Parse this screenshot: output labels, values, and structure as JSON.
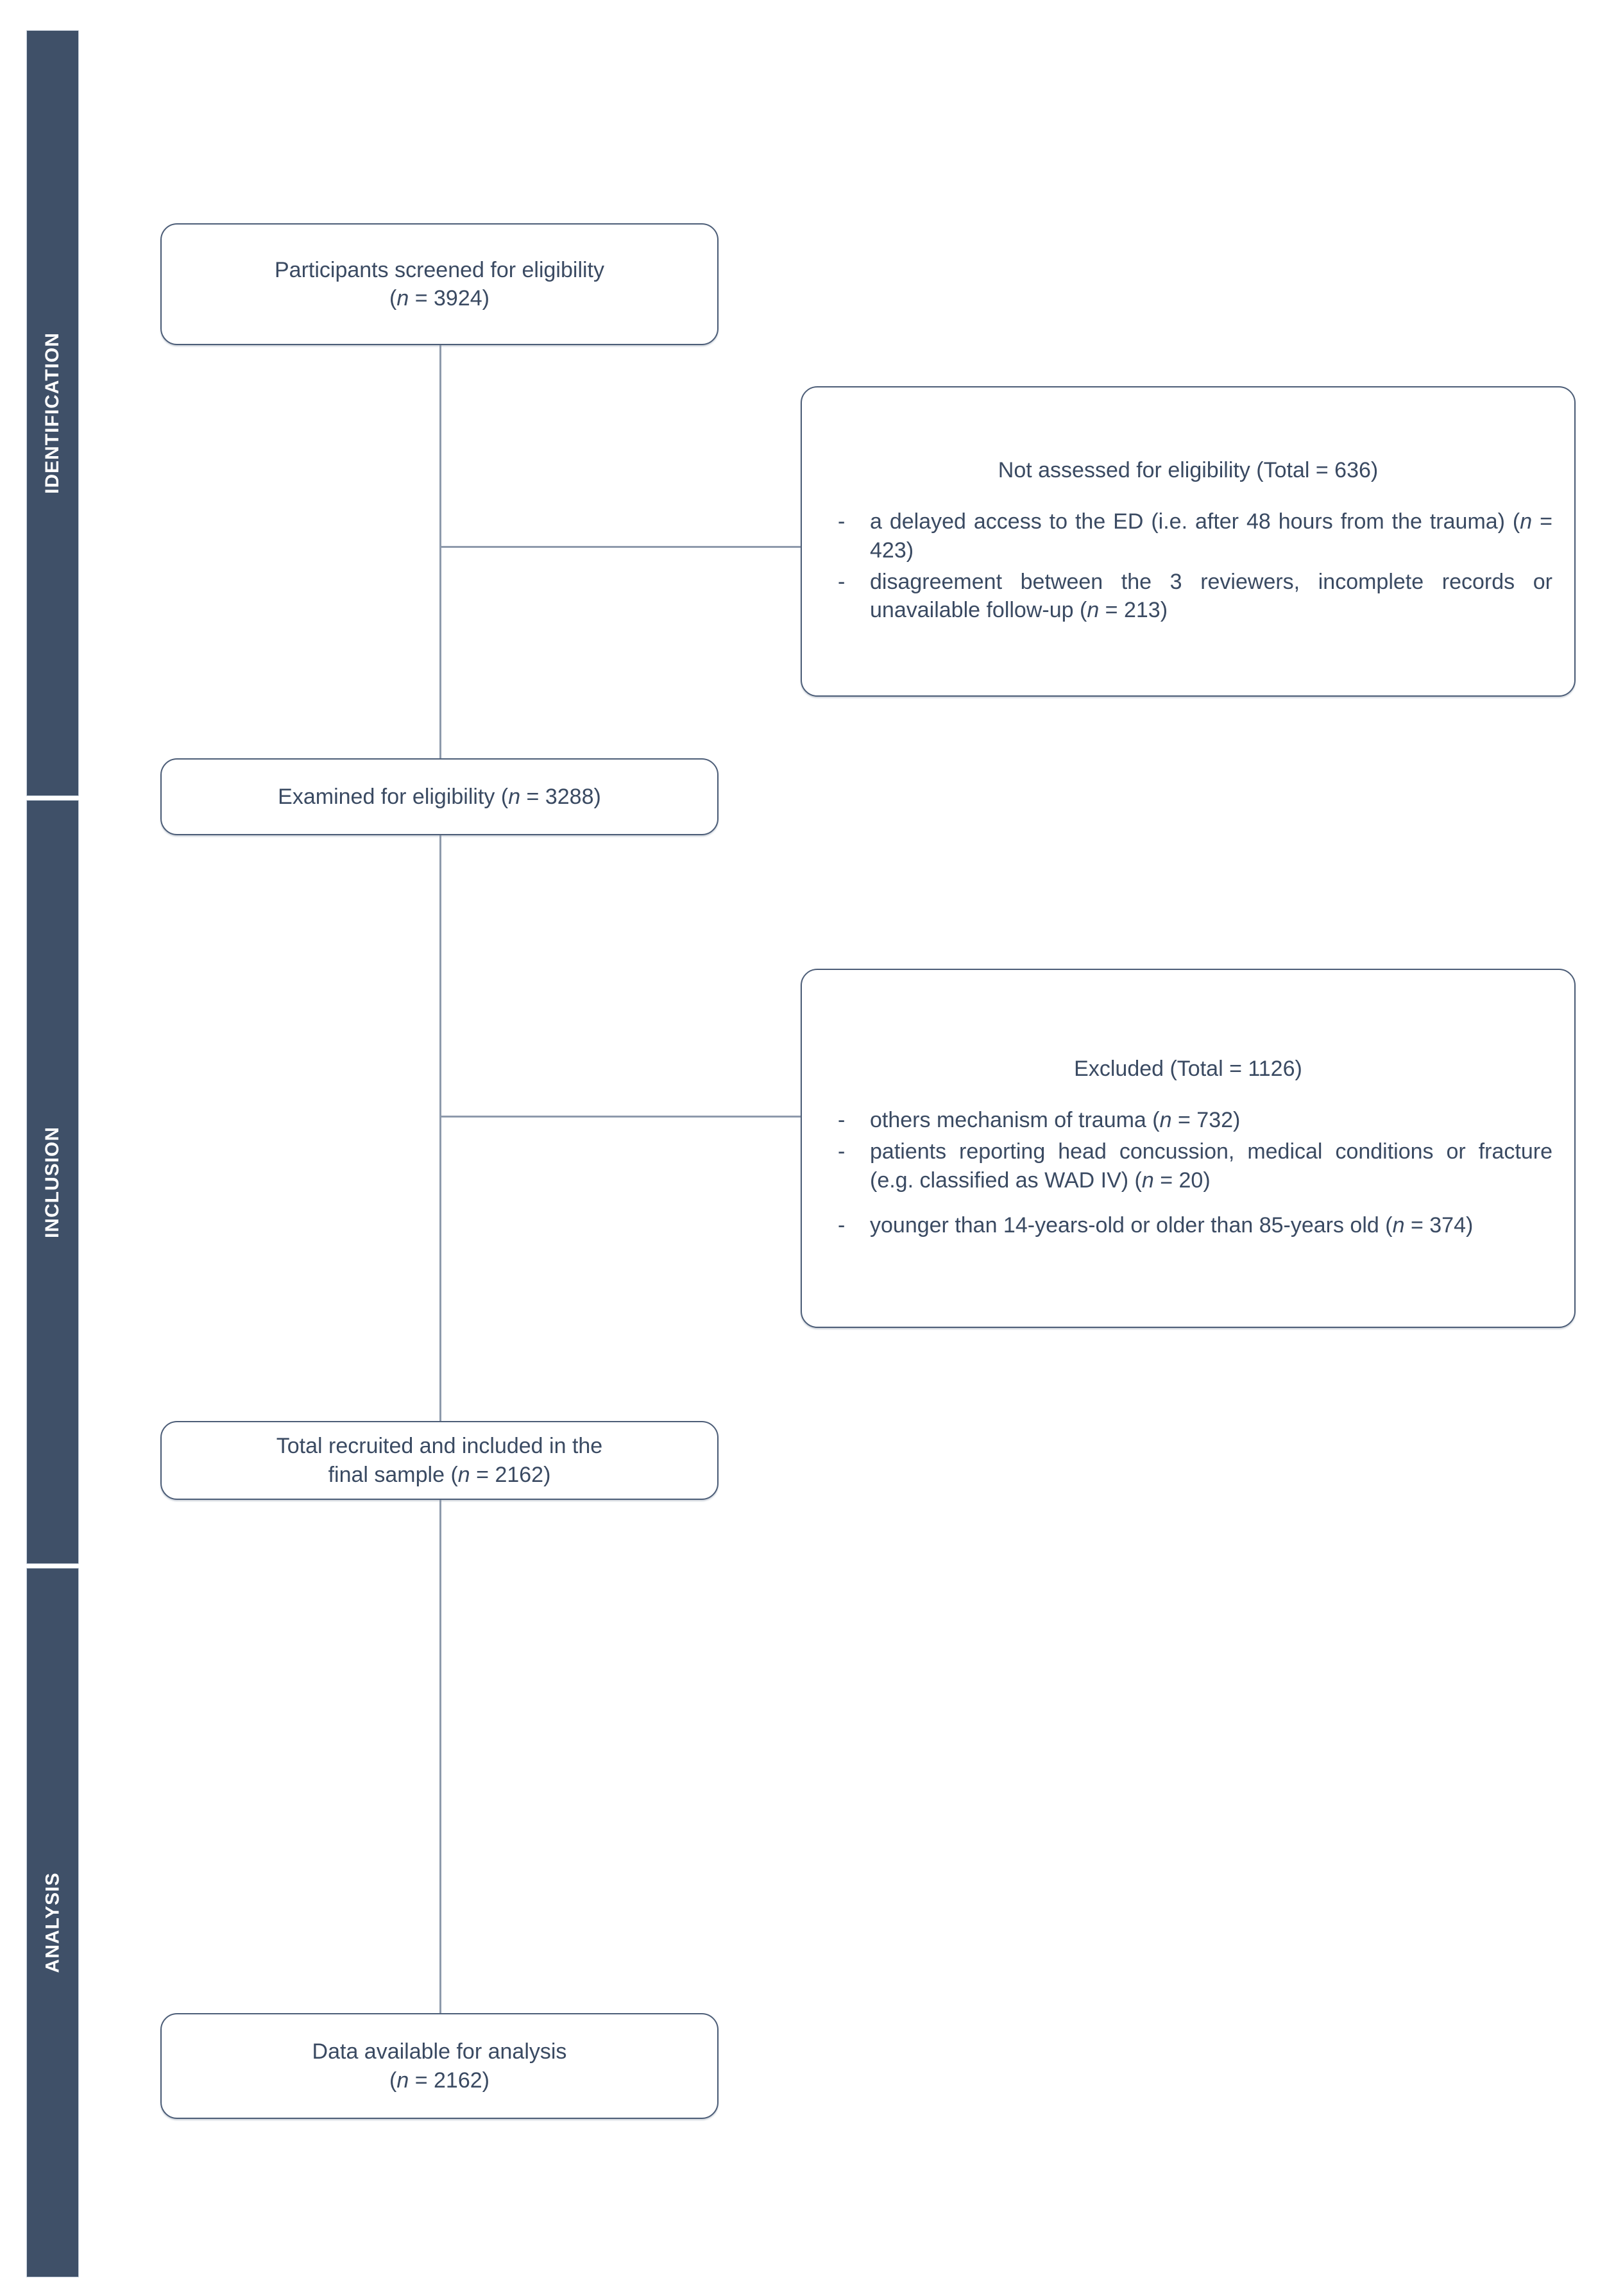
{
  "phases": [
    {
      "label": "IDENTIFICATION"
    },
    {
      "label": "INCLUSION"
    },
    {
      "label": "ANALYSIS"
    }
  ],
  "flow": {
    "screened": {
      "line1": "Participants screened for eligibility",
      "line2": "(n = 3924)"
    },
    "examined": {
      "line1": "Examined for eligibility (n = 3288)"
    },
    "recruited": {
      "line1": "Total recruited and included in the",
      "line2": "final sample (n = 2162)"
    },
    "analysis": {
      "line1": "Data available for analysis",
      "line2": "(n = 2162)"
    }
  },
  "exclusions": {
    "not_assessed": {
      "title": "Not assessed for eligibility (Total = 636)",
      "bullet_glyph": "-",
      "items": [
        "a delayed access to the ED (i.e. after 48 hours from the trauma) (n = 423)",
        "disagreement between the 3 reviewers, incomplete records or unavailable follow-up (n = 213)"
      ]
    },
    "excluded": {
      "title": "Excluded (Total = 1126)",
      "bullet_glyph": "-",
      "items": [
        "others mechanism of trauma (n = 732)",
        "patients reporting head concussion, medical conditions or fracture (e.g. classified as WAD IV) (n = 20)",
        "younger than 14-years-old or older than 85-years old (n = 374)"
      ]
    }
  },
  "colors": {
    "phase_band": "#3F5068",
    "box_border": "#4C5D77",
    "text": "#3A4A62",
    "connector": "#8E9AAC"
  }
}
